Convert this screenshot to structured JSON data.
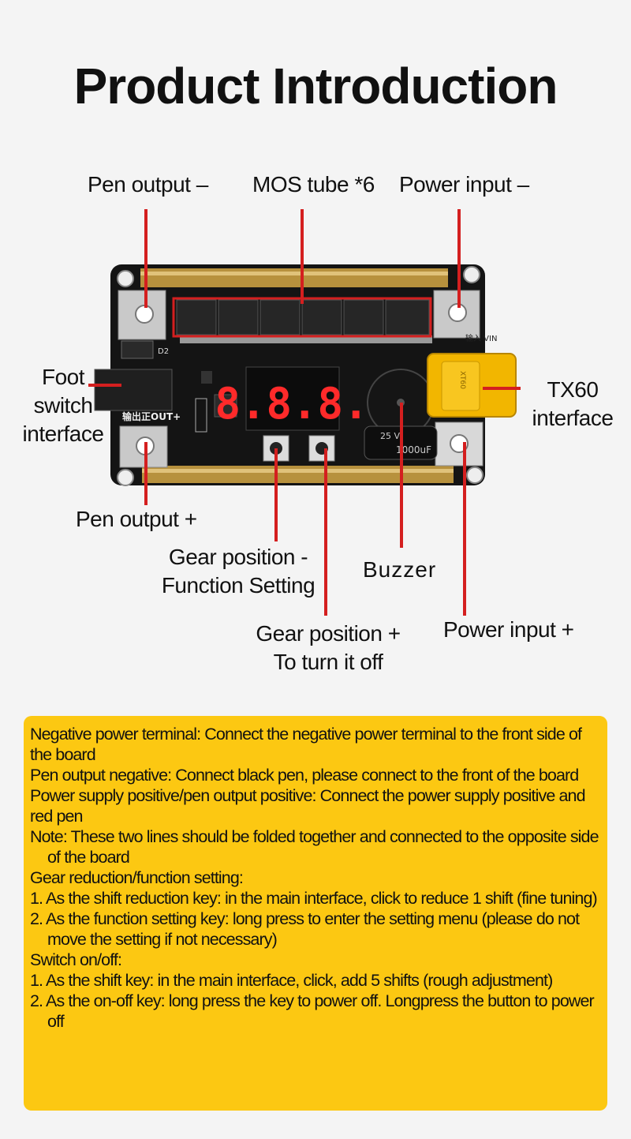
{
  "title": "Product Introduction",
  "labels": {
    "pen_output_minus": "Pen output –",
    "mos_tube": "MOS tube *6",
    "power_input_minus": "Power input –",
    "foot_switch": [
      "Foot",
      "switch",
      "interface"
    ],
    "tx60": [
      "TX60",
      "interface"
    ],
    "pen_output_plus": "Pen output +",
    "gear_minus": [
      "Gear position -",
      "Function Setting"
    ],
    "buzzer": "Buzzer",
    "gear_plus": [
      "Gear position +",
      "To turn it off"
    ],
    "power_input_plus": "Power input +"
  },
  "board_markings": {
    "display": "8.8.8.",
    "cap_top": "25 V",
    "cap_side": "1000uF",
    "output_label": "输出正OUT+",
    "input_label": "输入 VIN",
    "d2": "D2",
    "xt60_text": "XT60"
  },
  "colors": {
    "accent_line": "#d41f1f",
    "notes_bg": "#fcc812",
    "display_digits": "#ff2a2a"
  },
  "notes": [
    "Negative power terminal: Connect the negative power terminal to the front side of the board",
    "Pen output negative: Connect black pen, please connect to the front of the board",
    "Power supply positive/pen output positive: Connect the power supply positive and red pen",
    "Note: These two lines should be folded together and connected to the opposite side of the board",
    "Gear reduction/function setting:",
    "1. As the shift reduction key: in the main interface, click to reduce 1 shift (fine tuning)",
    "2. As the function setting key: long press to enter the setting menu (please do not move the setting if not necessary)",
    "Switch on/off:",
    "1. As the shift key: in the main interface, click, add 5 shifts  (rough adjustment)",
    "2. As the on-off key: long press the key to power off. Longpress the button to power off"
  ]
}
